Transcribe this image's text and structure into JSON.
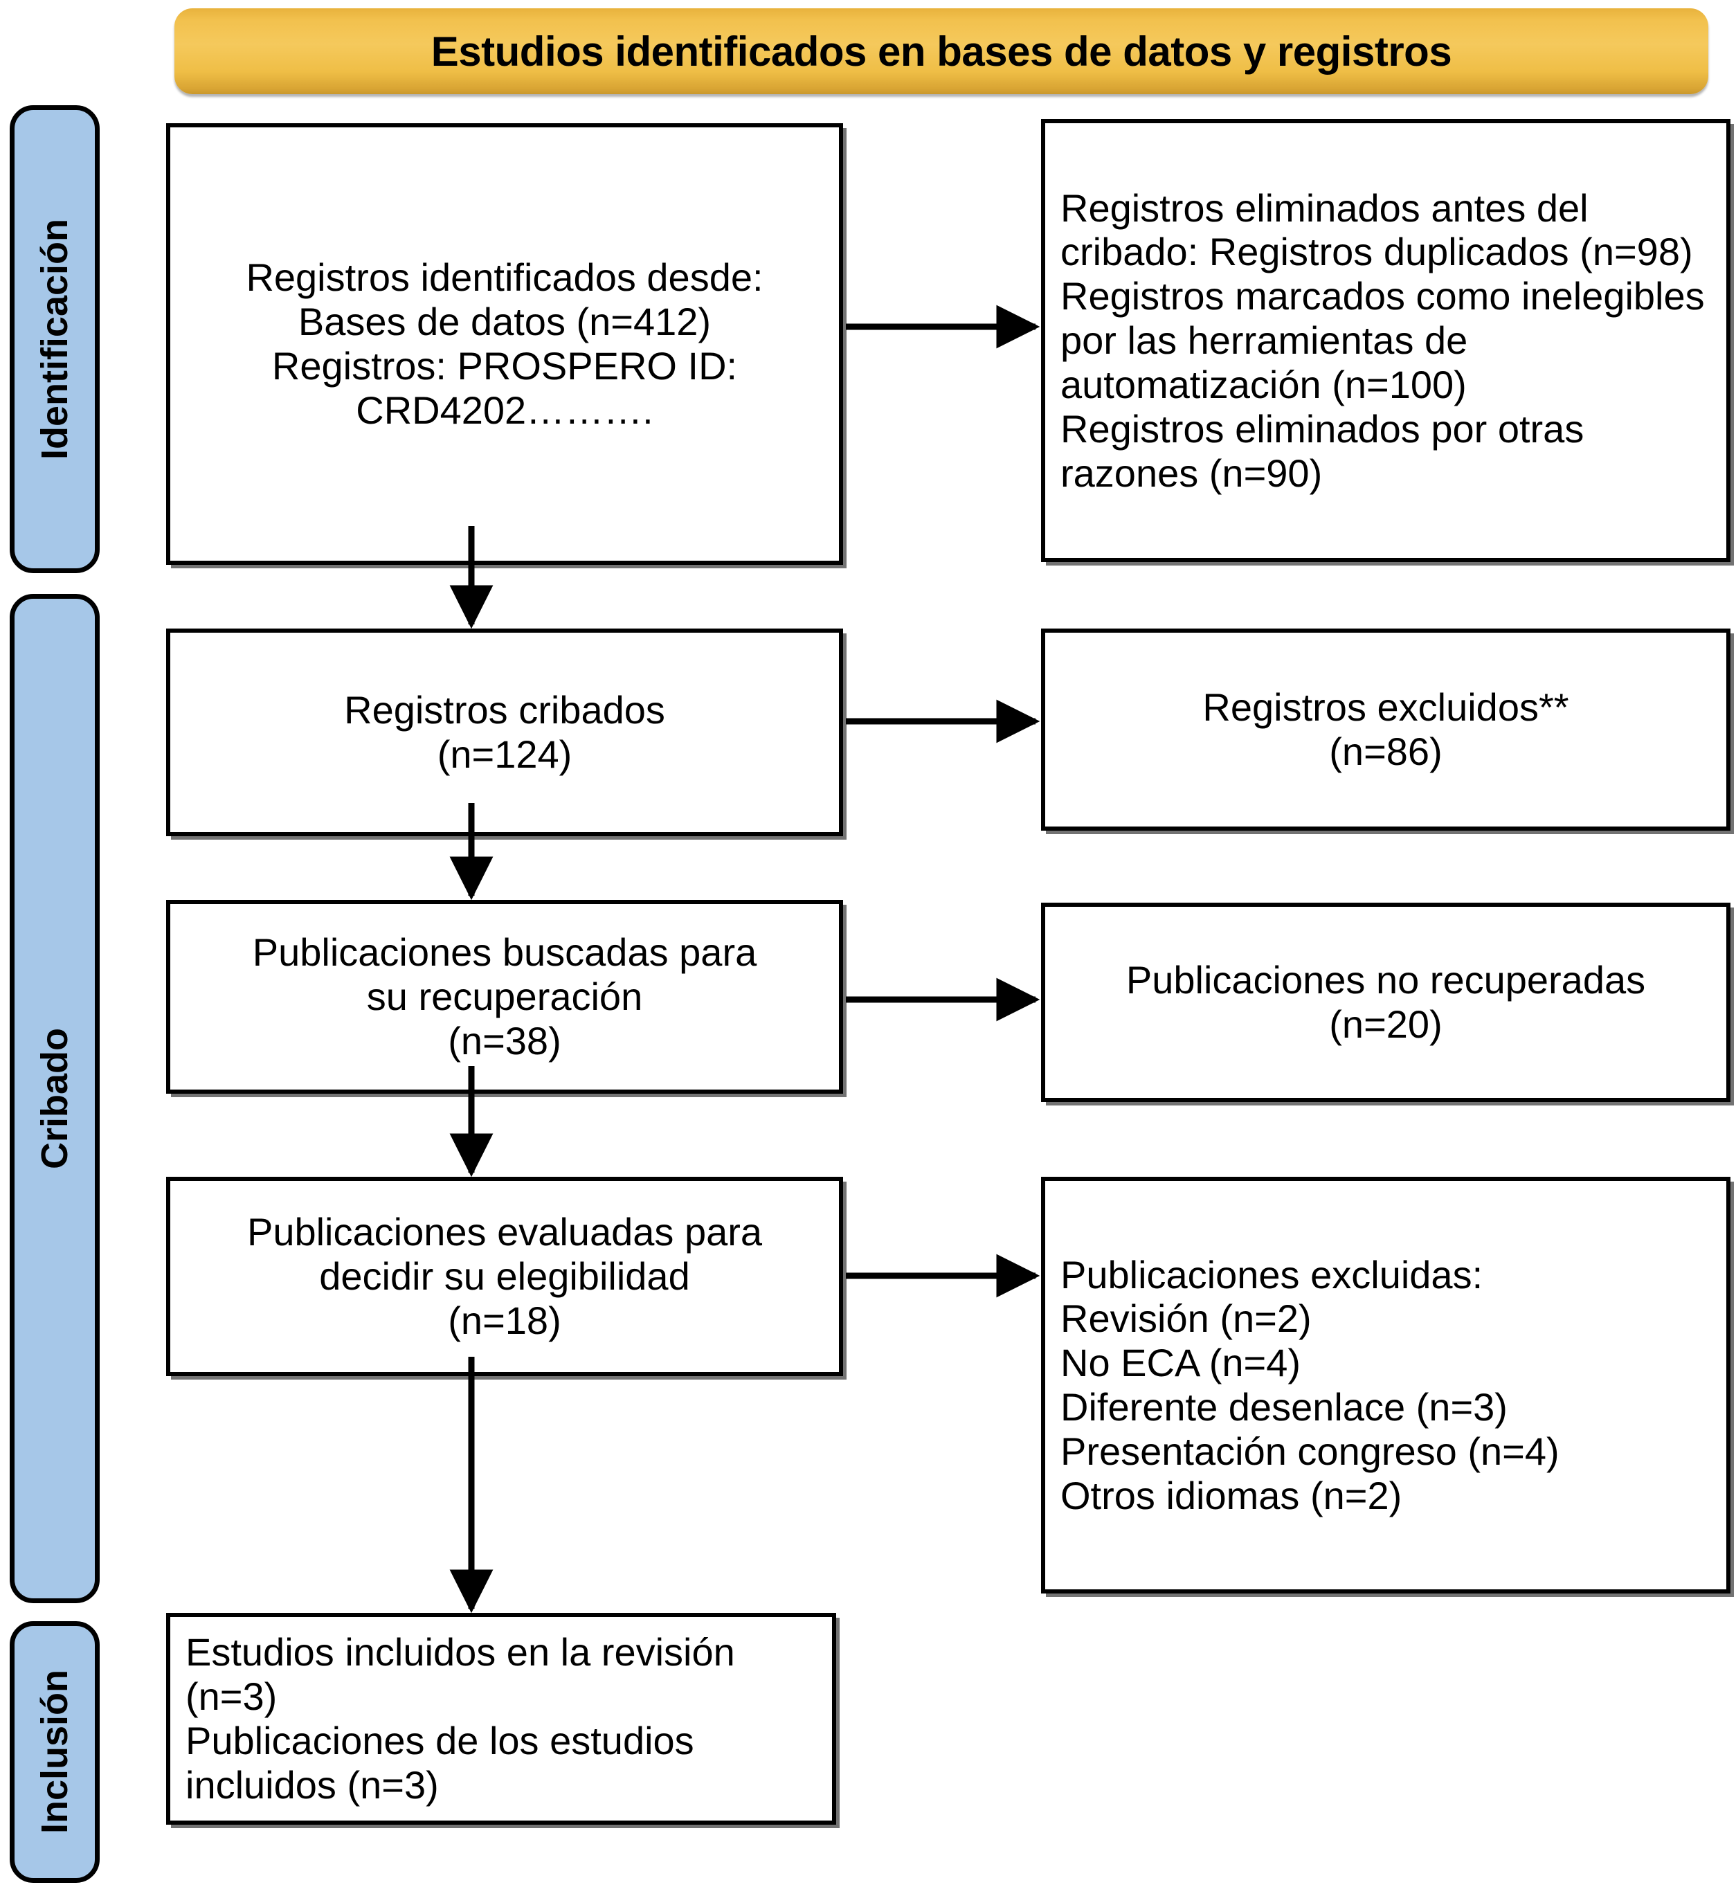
{
  "banner": {
    "title": "Estudios identificados en bases de datos y registros",
    "color": "#f2c14e"
  },
  "stages": {
    "identification": "Identificación",
    "screening": "Cribado",
    "inclusion": "Inclusión",
    "color": "#a6c7e8"
  },
  "boxes": {
    "identified": "Registros identificados desde:\nBases de datos (n=412)\nRegistros: PROSPERO ID:\nCRD4202……….",
    "removed_before_screening": "Registros eliminados antes del cribado: Registros duplicados (n=98)\nRegistros marcados como inelegibles por las herramientas de automatización (n=100)\nRegistros eliminados por otras razones (n=90)",
    "screened": "Registros cribados\n(n=124)",
    "records_excluded": "Registros excluidos**\n(n=86)",
    "sought_retrieval": "Publicaciones buscadas para\nsu recuperación\n(n=38)",
    "not_retrieved": "Publicaciones no recuperadas\n(n=20)",
    "assessed_eligibility": "Publicaciones evaluadas para\ndecidir su elegibilidad\n(n=18)",
    "publications_excluded": "Publicaciones excluidas:\n    Revisión (n=2)\n    No ECA (n=4)\n    Diferente desenlace (n=3)\n    Presentación congreso (n=4)\n    Otros idiomas (n=2)",
    "included": "Estudios incluidos en la revisión\n(n=3)\nPublicaciones de los estudios\nincluidos (n=3)"
  },
  "chart_data": {
    "type": "diagram",
    "title": "Estudios identificados en bases de datos y registros",
    "diagram_kind": "PRISMA flow diagram",
    "language": "es",
    "stages": [
      "Identificación",
      "Cribado",
      "Inclusión"
    ],
    "nodes": [
      {
        "id": "identified",
        "stage": "Identificación",
        "column": "left",
        "label": "Registros identificados desde: Bases de datos (n=412) Registros: PROSPERO ID: CRD4202……….",
        "n": 412
      },
      {
        "id": "removed_before_screening",
        "stage": "Identificación",
        "column": "right",
        "label": "Registros eliminados antes del cribado",
        "items": [
          {
            "label": "Registros duplicados",
            "n": 98
          },
          {
            "label": "Registros marcados como inelegibles por las herramientas de automatización",
            "n": 100
          },
          {
            "label": "Registros eliminados por otras razones",
            "n": 90
          }
        ]
      },
      {
        "id": "screened",
        "stage": "Cribado",
        "column": "left",
        "label": "Registros cribados",
        "n": 124
      },
      {
        "id": "records_excluded",
        "stage": "Cribado",
        "column": "right",
        "label": "Registros excluidos**",
        "n": 86
      },
      {
        "id": "sought_retrieval",
        "stage": "Cribado",
        "column": "left",
        "label": "Publicaciones buscadas para su recuperación",
        "n": 38
      },
      {
        "id": "not_retrieved",
        "stage": "Cribado",
        "column": "right",
        "label": "Publicaciones no recuperadas",
        "n": 20
      },
      {
        "id": "assessed_eligibility",
        "stage": "Cribado",
        "column": "left",
        "label": "Publicaciones evaluadas para decidir su elegibilidad",
        "n": 18
      },
      {
        "id": "publications_excluded",
        "stage": "Cribado",
        "column": "right",
        "label": "Publicaciones excluidas",
        "items": [
          {
            "label": "Revisión",
            "n": 2
          },
          {
            "label": "No ECA",
            "n": 4
          },
          {
            "label": "Diferente desenlace",
            "n": 3
          },
          {
            "label": "Presentación congreso",
            "n": 4
          },
          {
            "label": "Otros idiomas",
            "n": 2
          }
        ]
      },
      {
        "id": "included",
        "stage": "Inclusión",
        "column": "left",
        "label": "Estudios incluidos en la revisión (n=3); Publicaciones de los estudios incluidos (n=3)",
        "n": 3
      }
    ],
    "edges": [
      {
        "from": "identified",
        "to": "removed_before_screening",
        "direction": "right"
      },
      {
        "from": "identified",
        "to": "screened",
        "direction": "down"
      },
      {
        "from": "screened",
        "to": "records_excluded",
        "direction": "right"
      },
      {
        "from": "screened",
        "to": "sought_retrieval",
        "direction": "down"
      },
      {
        "from": "sought_retrieval",
        "to": "not_retrieved",
        "direction": "right"
      },
      {
        "from": "sought_retrieval",
        "to": "assessed_eligibility",
        "direction": "down"
      },
      {
        "from": "assessed_eligibility",
        "to": "publications_excluded",
        "direction": "right"
      },
      {
        "from": "assessed_eligibility",
        "to": "included",
        "direction": "down"
      }
    ]
  }
}
